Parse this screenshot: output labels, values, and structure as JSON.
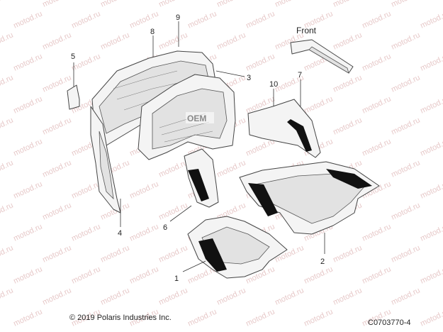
{
  "title": "Front",
  "copyright": "© 2019 Polaris Industries Inc.",
  "diagram_code": "C0703770-4",
  "watermark": "motod.ru",
  "stamp": "OEM",
  "callouts": [
    "1",
    "2",
    "3",
    "4",
    "5",
    "6",
    "7",
    "8",
    "9",
    "10"
  ]
}
